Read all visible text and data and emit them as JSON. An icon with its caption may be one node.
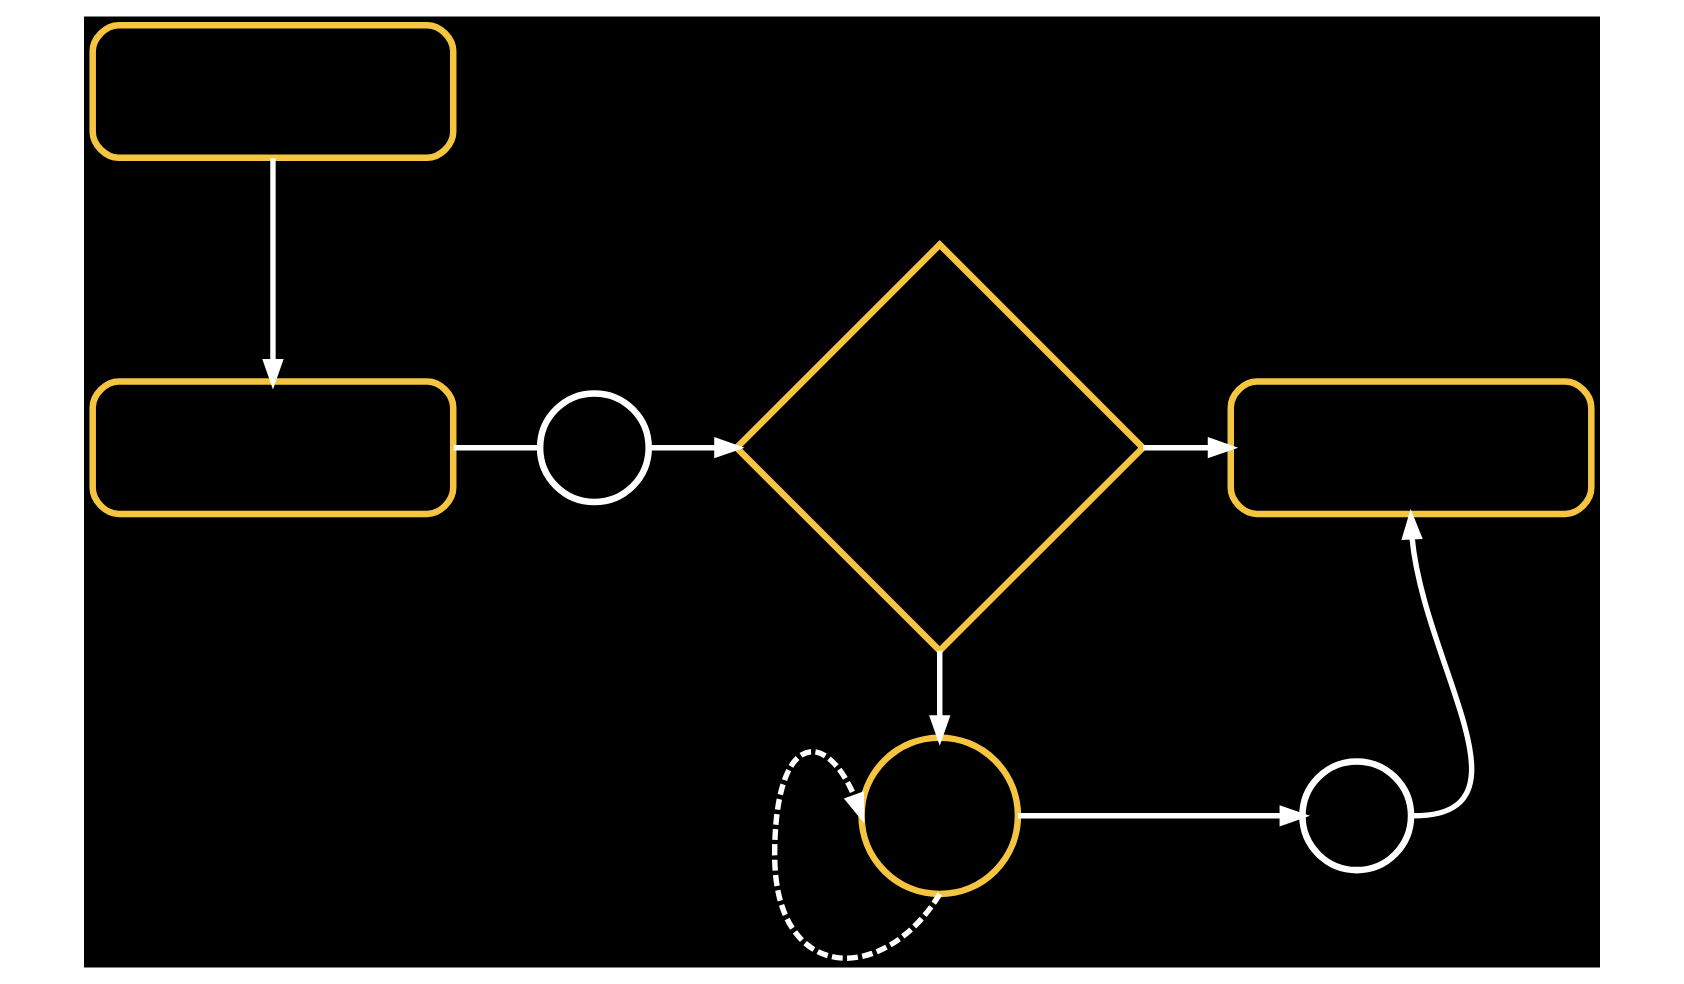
{
  "diagram": {
    "nodes": [
      {
        "text": [],
        "shape": "box"
      },
      {
        "text": [],
        "shape": "box"
      },
      {
        "text": [],
        "shape": "clock"
      },
      {
        "text": [],
        "shape": "diamond"
      },
      {
        "text": [],
        "shape": "box"
      },
      {
        "text": [],
        "shape": "circle"
      },
      {
        "text": [],
        "shape": "clock"
      }
    ],
    "edges": [
      {
        "from": 0,
        "to": 1,
        "arrow": "to"
      },
      {
        "from": 1,
        "to": 2,
        "arrow": "none"
      },
      {
        "from": 2,
        "to": 3,
        "arrow": "to"
      },
      {
        "from": 3,
        "to": 4,
        "arrow": "to"
      },
      {
        "from": 3,
        "to": 5,
        "arrow": "to"
      },
      {
        "from": 5,
        "to": 5,
        "arrow": "to",
        "style": "dashed"
      },
      {
        "from": 5,
        "to": 6,
        "arrow": "to"
      },
      {
        "from": 6,
        "to": 4,
        "arrow": "to"
      }
    ]
  }
}
